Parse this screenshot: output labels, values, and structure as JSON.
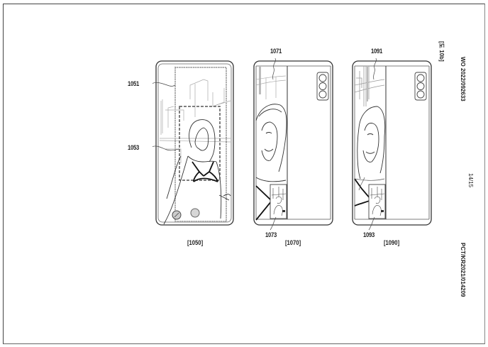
{
  "header": {
    "publication_number": "WO 2022/092633",
    "drawing_label": "[도 10b]",
    "sheet_number": "14/15",
    "application_number": "PCT/KR2021/014209"
  },
  "figures": [
    {
      "caption": "[1050]",
      "refs": [
        {
          "label": "1051",
          "target": "display-region"
        },
        {
          "label": "1053",
          "target": "dashed-crop-region"
        }
      ]
    },
    {
      "caption": "[1070]",
      "refs": [
        {
          "label": "1071",
          "target": "main-preview"
        },
        {
          "label": "1073",
          "target": "pip-preview"
        }
      ]
    },
    {
      "caption": "[1090]",
      "refs": [
        {
          "label": "1091",
          "target": "main-preview"
        },
        {
          "label": "1093",
          "target": "pip-preview"
        }
      ]
    }
  ],
  "colors": {
    "line": "#333333",
    "light_line": "#9a9a9a",
    "dashed": "#555555",
    "background": "#ffffff"
  }
}
